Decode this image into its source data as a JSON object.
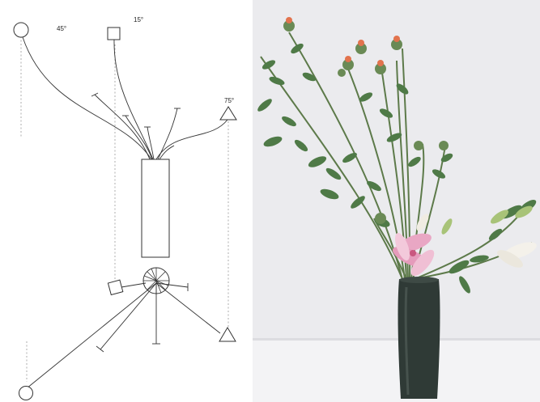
{
  "diagram": {
    "angle_labels": {
      "left": "45°",
      "middle": "15°",
      "right": "75°"
    }
  },
  "photo": {
    "colors": {
      "wall": "#ebebee",
      "table": "#f1f1f3",
      "vase": "#2f3a36",
      "stem": "#5d7a4a",
      "leaf": "#4f7a47",
      "flower_head": "#e2734d",
      "lily": "#e9a7c4"
    }
  }
}
